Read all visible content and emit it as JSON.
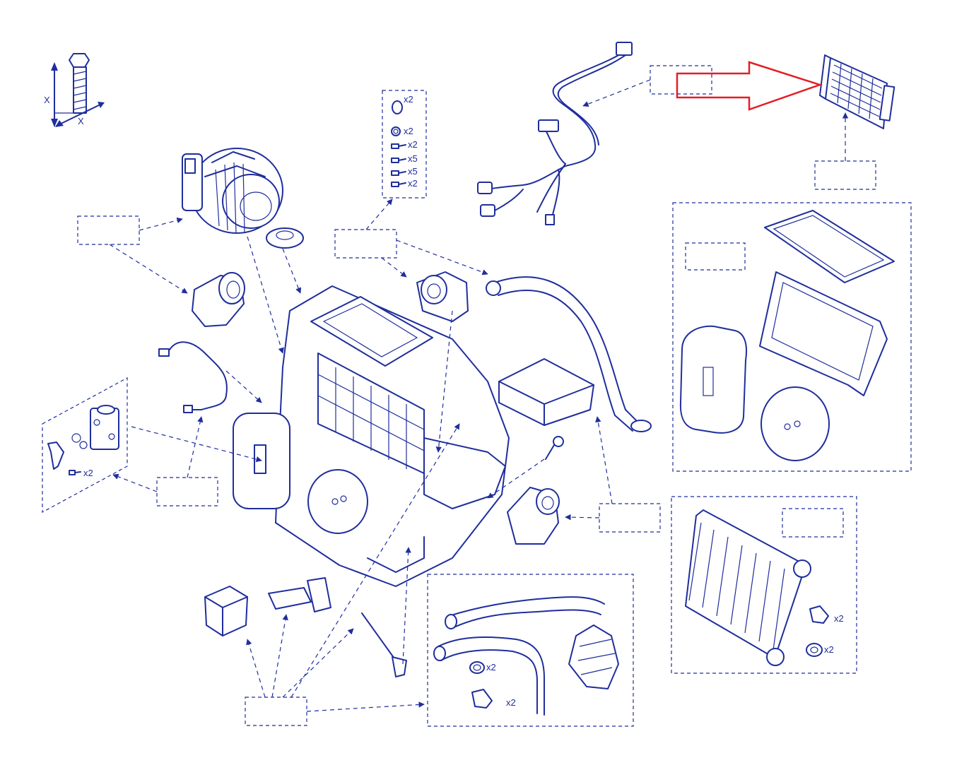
{
  "diagram": {
    "thread_gauge": {
      "label_a": "X",
      "label_b": "X"
    },
    "fastener_set": [
      "x2",
      "x2",
      "x2",
      "x5",
      "x5",
      "x2"
    ],
    "valve_screw_qty": "x2",
    "hose_kit": {
      "seal_qty": "x2",
      "clip_qty": "x2"
    },
    "heater_core_kit": {
      "clip_qty": "x2",
      "seal_qty": "x2"
    },
    "colors": {
      "line": "#1f2e9c",
      "callout": "#e31e24"
    },
    "highlighted_part": "cabin-filter-heater-element"
  }
}
